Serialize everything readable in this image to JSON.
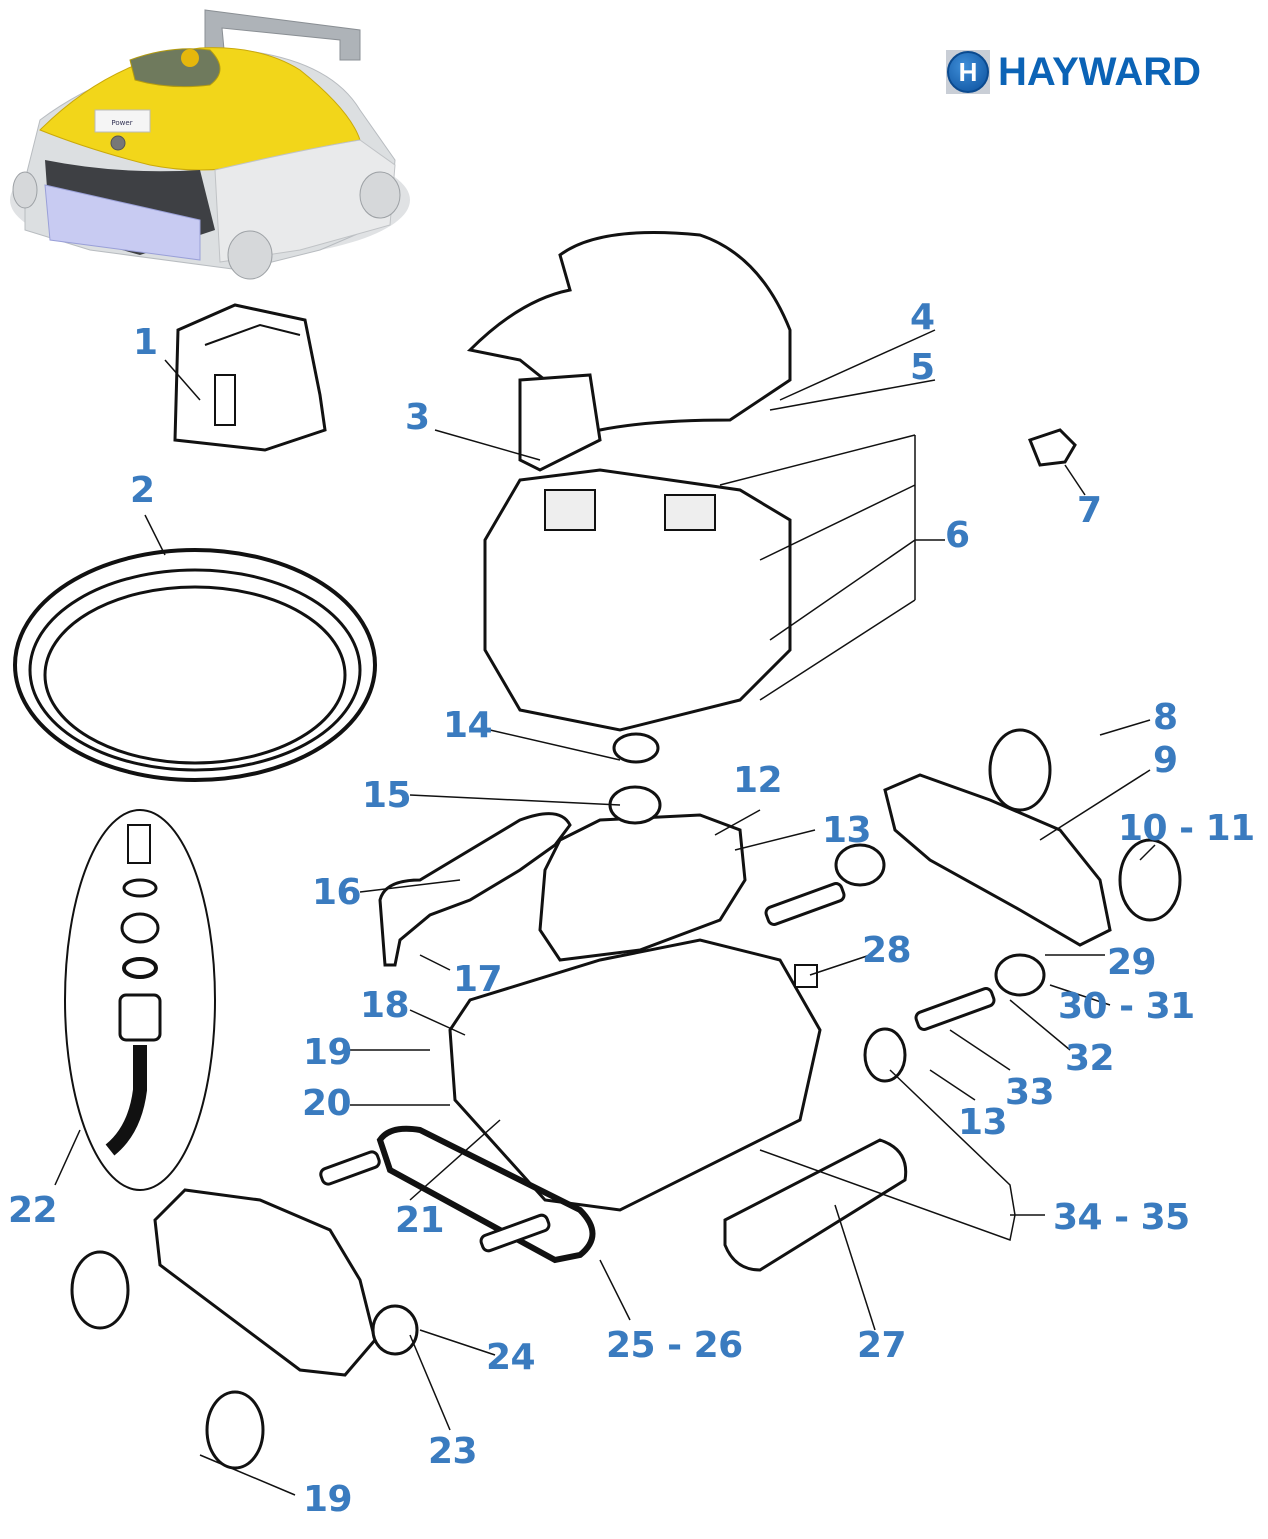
{
  "brand": {
    "logo_letter": "H",
    "name": "HAYWARD",
    "color": "#0b63b6"
  },
  "product_photo": {
    "description": "Yellow and grey robotic pool cleaner with handle and brush roller",
    "badge_text": "Power"
  },
  "diagram": {
    "label_color": "#3a7bbf",
    "callouts": [
      {
        "id": "1",
        "text": "1"
      },
      {
        "id": "2",
        "text": "2"
      },
      {
        "id": "3",
        "text": "3"
      },
      {
        "id": "4",
        "text": "4"
      },
      {
        "id": "5",
        "text": "5"
      },
      {
        "id": "6",
        "text": "6"
      },
      {
        "id": "7",
        "text": "7"
      },
      {
        "id": "8",
        "text": "8"
      },
      {
        "id": "9",
        "text": "9"
      },
      {
        "id": "10-11",
        "text": "10 - 11"
      },
      {
        "id": "12",
        "text": "12"
      },
      {
        "id": "13a",
        "text": "13"
      },
      {
        "id": "13b",
        "text": "13"
      },
      {
        "id": "14",
        "text": "14"
      },
      {
        "id": "15",
        "text": "15"
      },
      {
        "id": "16",
        "text": "16"
      },
      {
        "id": "17",
        "text": "17"
      },
      {
        "id": "18",
        "text": "18"
      },
      {
        "id": "19a",
        "text": "19"
      },
      {
        "id": "19b",
        "text": "19"
      },
      {
        "id": "20",
        "text": "20"
      },
      {
        "id": "21",
        "text": "21"
      },
      {
        "id": "22",
        "text": "22"
      },
      {
        "id": "23",
        "text": "23"
      },
      {
        "id": "24",
        "text": "24"
      },
      {
        "id": "25-26",
        "text": "25 - 26"
      },
      {
        "id": "27",
        "text": "27"
      },
      {
        "id": "28",
        "text": "28"
      },
      {
        "id": "29",
        "text": "29"
      },
      {
        "id": "30-31",
        "text": "30 - 31"
      },
      {
        "id": "32",
        "text": "32"
      },
      {
        "id": "33",
        "text": "33"
      },
      {
        "id": "34-35",
        "text": "34 - 35"
      }
    ]
  }
}
